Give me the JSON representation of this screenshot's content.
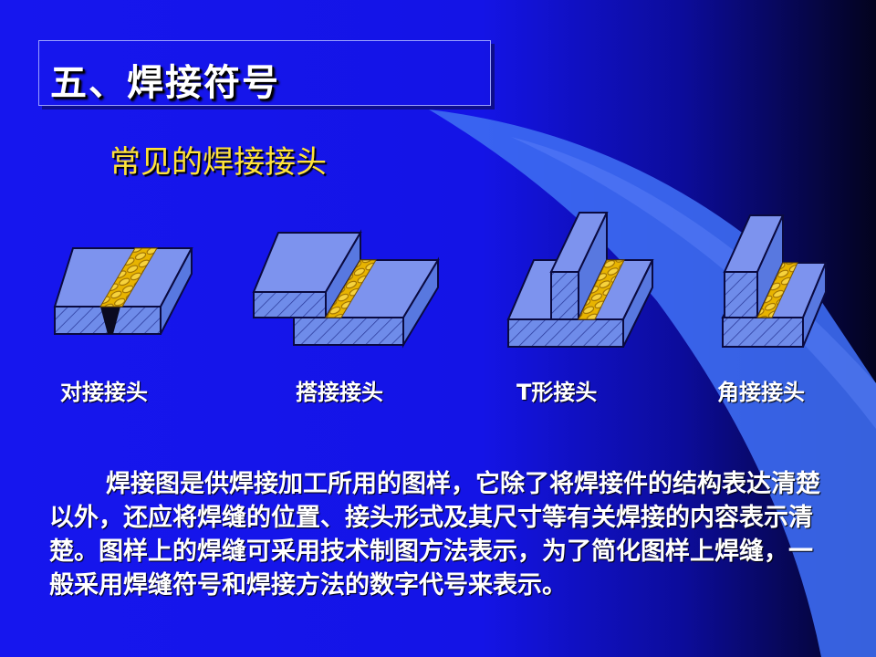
{
  "slide": {
    "title": "五、焊接符号",
    "subtitle": "常见的焊接接头",
    "joints": [
      {
        "label": "对接接头"
      },
      {
        "label": "搭接接头"
      },
      {
        "label": "T形接头"
      },
      {
        "label": "角接接头"
      }
    ],
    "paragraph": "焊接图是供焊接加工所用的图样，它除了将焊接件的结构表达清楚以外，还应将焊缝的位置、接头形式及其尺寸等有关焊接的内容表示清楚。图样上的焊缝可采用技术制图方法表示，为了简化图样上焊缝，一般采用焊缝符号和焊接方法的数字代号来表示。"
  },
  "colors": {
    "background": "#1616ee",
    "accent_dark": "#06062a",
    "swoosh": "#3d6cf2",
    "subtitle": "#ffe33a",
    "plate_top": "#7d93ee",
    "plate_front": "#5878e0",
    "weld": "#e8b400"
  }
}
